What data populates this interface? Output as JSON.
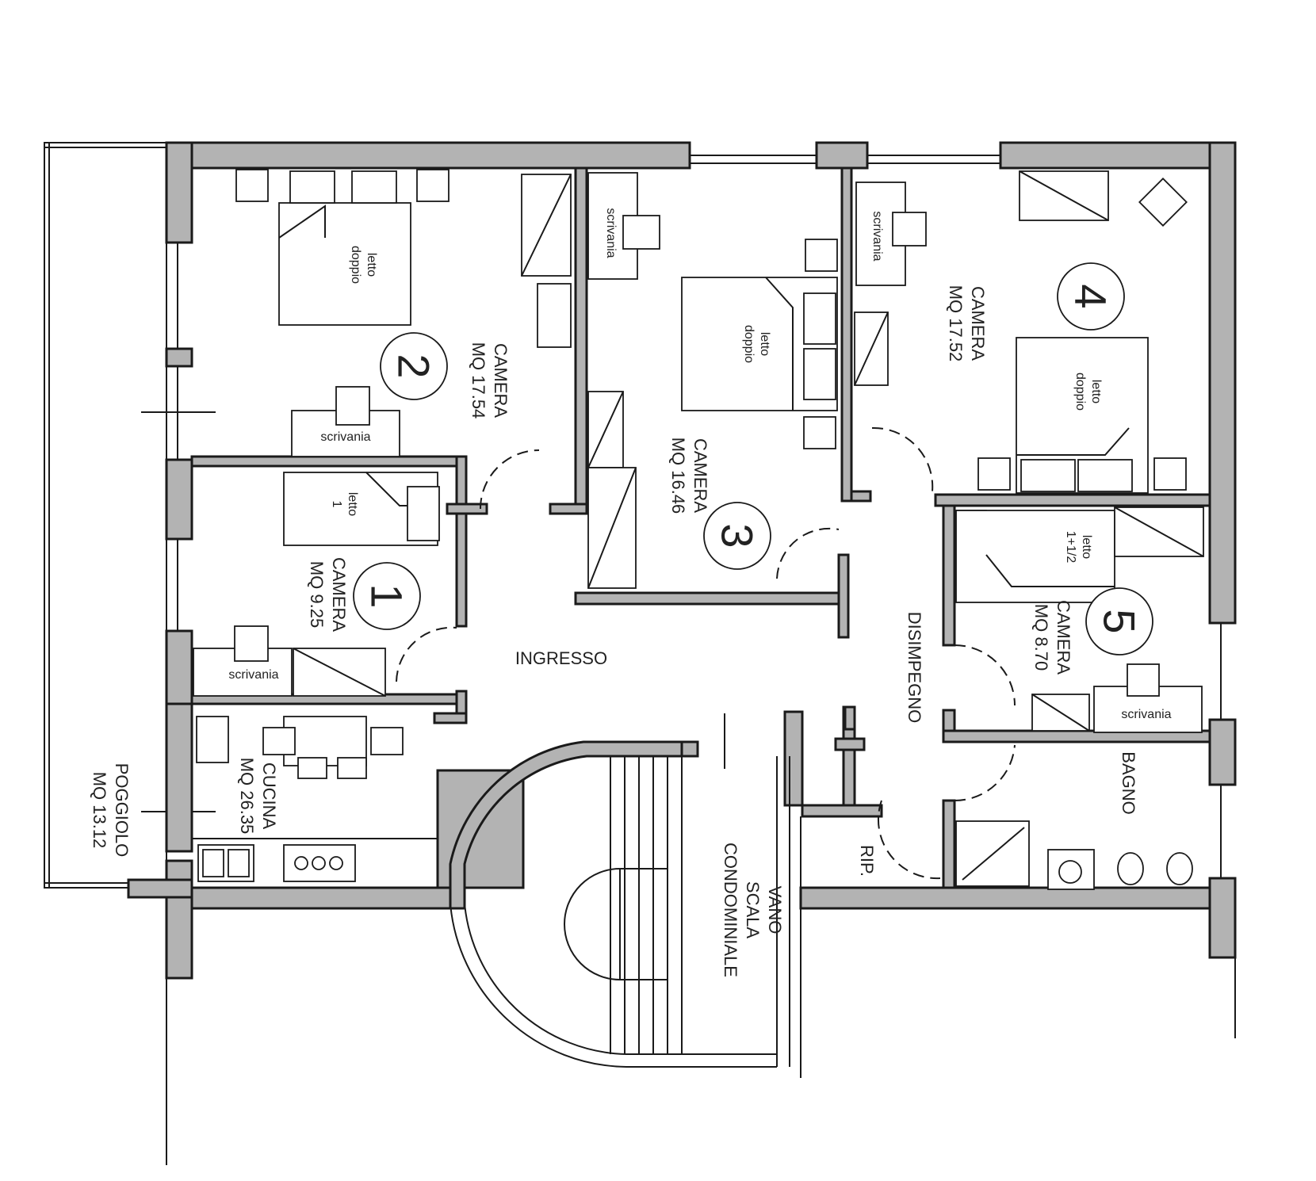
{
  "rooms": [
    {
      "id": "camera1",
      "name": "CAMERA",
      "area": "MQ 9.25",
      "number": "1"
    },
    {
      "id": "camera2",
      "name": "CAMERA",
      "area": "MQ 17.54",
      "number": "2"
    },
    {
      "id": "camera3",
      "name": "CAMERA",
      "area": "MQ 16.46",
      "number": "3"
    },
    {
      "id": "camera4",
      "name": "CAMERA",
      "area": "MQ 17.52",
      "number": "4"
    },
    {
      "id": "camera5",
      "name": "CAMERA",
      "area": "MQ 8.70",
      "number": "5"
    },
    {
      "id": "cucina",
      "name": "CUCINA",
      "area": "MQ 26.35"
    },
    {
      "id": "poggiolo",
      "name": "POGGIOLO",
      "area": "MQ 13.12"
    },
    {
      "id": "ingresso",
      "name": "INGRESSO"
    },
    {
      "id": "disimpegno",
      "name": "DISIMPEGNO"
    },
    {
      "id": "bagno",
      "name": "BAGNO"
    },
    {
      "id": "rip",
      "name": "RIP."
    },
    {
      "id": "vano",
      "lines": [
        "VANO",
        "SCALA",
        "CONDOMINIALE"
      ]
    }
  ],
  "furniture": {
    "letto_doppio": [
      "letto",
      "doppio"
    ],
    "letto_1": [
      "letto",
      "1"
    ],
    "letto_1_5": [
      "letto",
      "1+1/2"
    ],
    "scrivania": "scrivania"
  },
  "colors": {
    "wall_fill": "#b3b3b3",
    "line": "#1a1a1a",
    "background": "#ffffff"
  }
}
